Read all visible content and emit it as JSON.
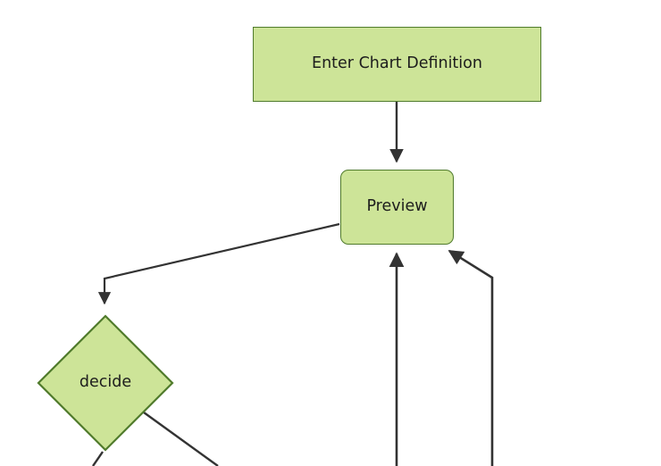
{
  "diagram": {
    "type": "flowchart",
    "title": "",
    "background_color": "#ffffff",
    "node_fill_color": "#cde498",
    "node_border_color": "#507b2c",
    "edge_color": "#333333",
    "text_color": "#1d1d1d",
    "nodes": [
      {
        "id": "enter-chart-definition",
        "label": "Enter Chart Definition",
        "shape": "rectangle"
      },
      {
        "id": "preview",
        "label": "Preview",
        "shape": "rounded-rectangle"
      },
      {
        "id": "decide",
        "label": "decide",
        "shape": "diamond"
      }
    ],
    "edges": [
      {
        "id": "edge-enter-to-preview",
        "from": "enter-chart-definition",
        "to": "preview",
        "label": ""
      },
      {
        "id": "edge-preview-to-decide",
        "from": "preview",
        "to": "decide",
        "label": ""
      },
      {
        "id": "edge-return-center-to-preview",
        "from": "",
        "to": "preview",
        "label": ""
      },
      {
        "id": "edge-return-right-to-preview",
        "from": "",
        "to": "preview",
        "label": ""
      },
      {
        "id": "edge-decide-out-left",
        "from": "decide",
        "to": "",
        "label": ""
      },
      {
        "id": "edge-decide-out-right",
        "from": "decide",
        "to": "",
        "label": ""
      }
    ]
  }
}
